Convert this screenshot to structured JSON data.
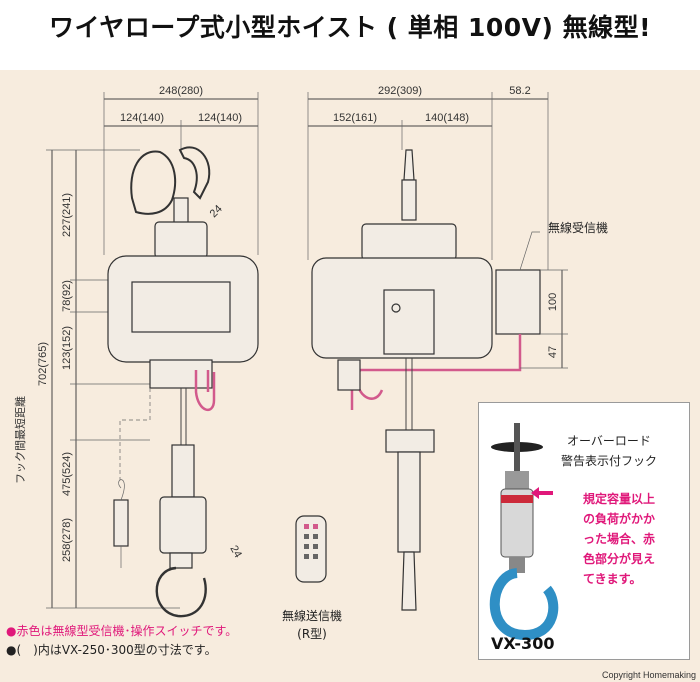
{
  "title": "ワイヤロープ式小型ホイスト ( 単相 100V) 無線型!",
  "dims": {
    "top_total": "248(280)",
    "top_left": "124(140)",
    "top_right": "124(140)",
    "right_total": "292(309)",
    "right_extra": "58.2",
    "right_left": "152(161)",
    "right_right": "140(148)",
    "hook_width": "24",
    "hook_width_bottom": "24",
    "v_227": "227(241)",
    "v_78": "78(92)",
    "v_123": "123(152)",
    "v_702": "702(765)",
    "v_475": "475(524)",
    "v_258": "258(278)",
    "recv_h": "100",
    "recv_47": "47"
  },
  "labels": {
    "receiver": "無線受信機",
    "hook_distance": "フック間最短距離",
    "transmitter": "無線送信機",
    "transmitter_type": "(R型)"
  },
  "inset": {
    "title_line1": "オーバーロード",
    "title_line2": "警告表示付フック",
    "warning": [
      "規定容量以上",
      "の負荷がかか",
      "った場合、赤",
      "色部分が見え",
      "てきます。"
    ],
    "model": "VX-300"
  },
  "notes": {
    "note1": "●赤色は無線型受信機･操作スイッチです。",
    "note2": "●(　)内はVX-250･300型の寸法です。"
  },
  "copyright": "Copyright  Homemaking",
  "colors": {
    "background": "#f7ecde",
    "pink": "#d25a8c",
    "warning": "#e0187a",
    "hook": "#2f8fc5"
  }
}
